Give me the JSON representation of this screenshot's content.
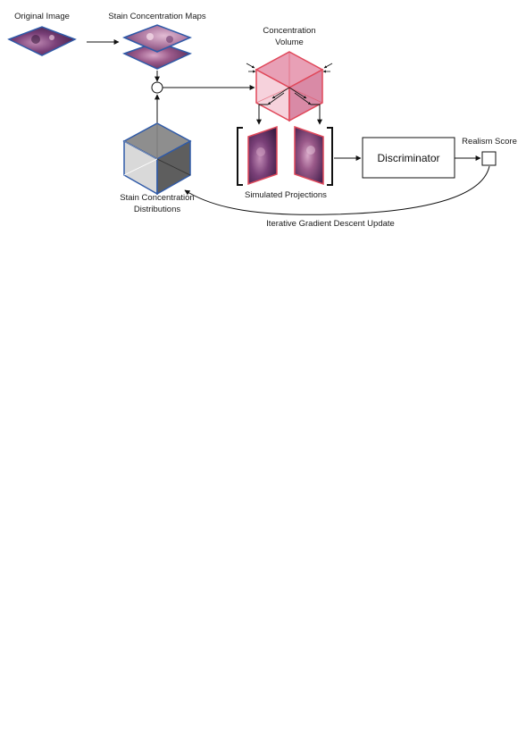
{
  "labels": {
    "original_image": "Original Image",
    "stain_maps": "Stain Concentration Maps",
    "conc_volume_line1": "Concentration",
    "conc_volume_line2": "Volume",
    "stain_dist_line1": "Stain Concentration",
    "stain_dist_line2": "Distributions",
    "simulated_projections": "Simulated Projections",
    "discriminator": "Discriminator",
    "realism_score": "Realism Score",
    "iterative_update": "Iterative Gradient Descent Update"
  },
  "colors": {
    "tissue_dark": "#5a2e5e",
    "tissue_mid": "#9b5a8a",
    "tissue_light": "#d8a8c8",
    "blue_edge": "#2f5aa8",
    "red_edge": "#e0485a",
    "red_fill": "#f2b7c4",
    "cube_top": "#8e8e8e",
    "cube_left": "#d9d9d9",
    "cube_right": "#5e5e5e"
  }
}
